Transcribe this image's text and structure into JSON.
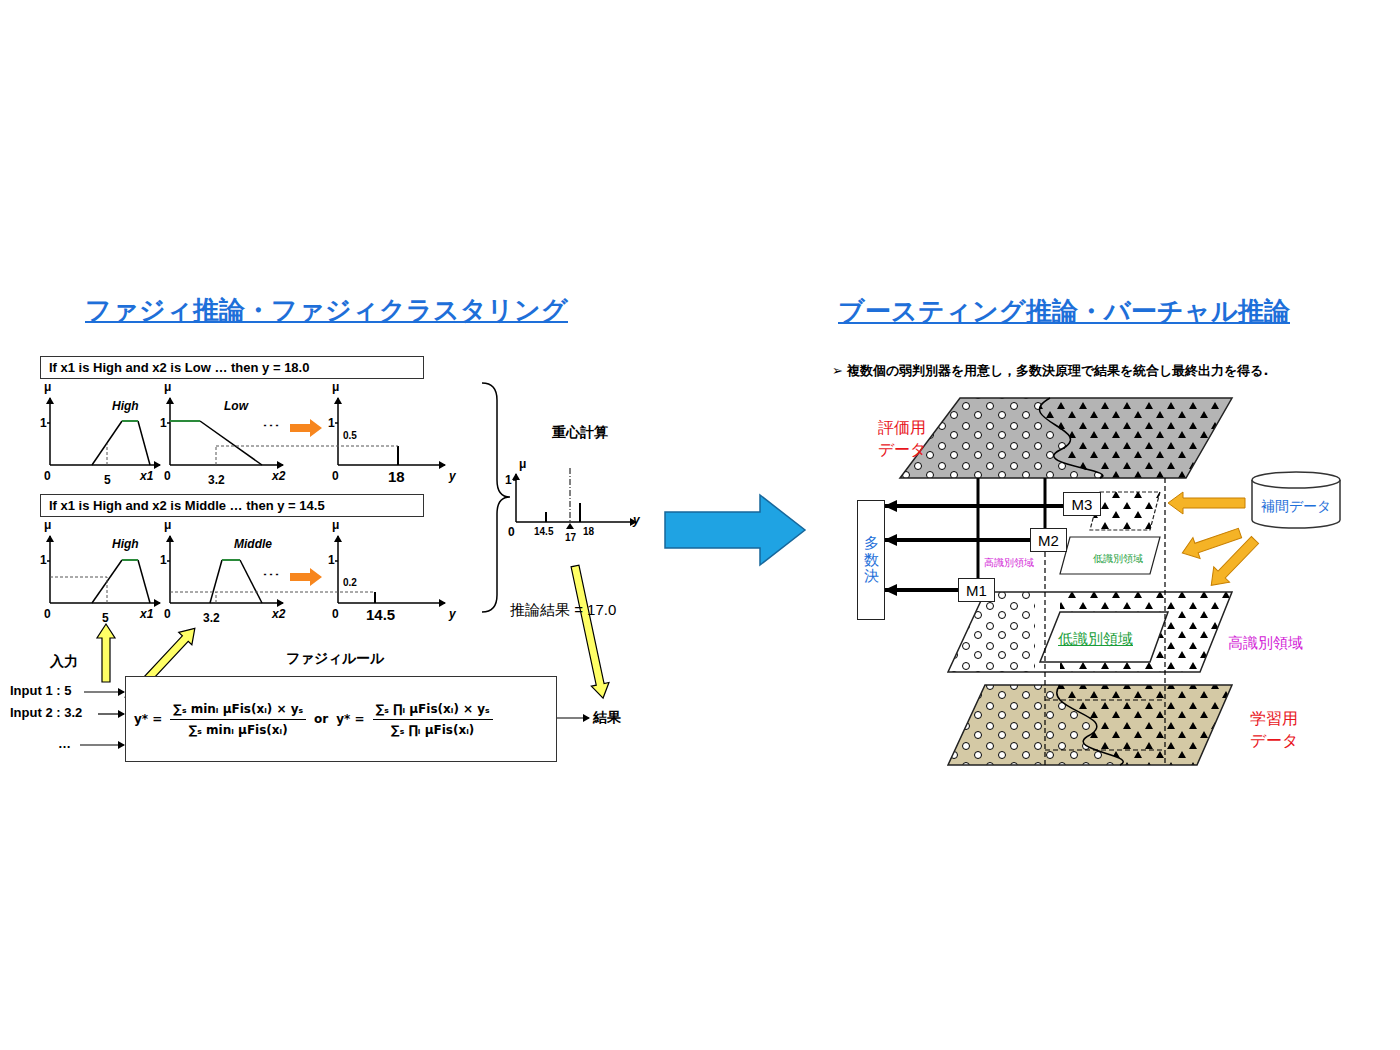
{
  "diagram": {
    "nodes": [
      {
        "text": [
          "If x1 is High and x2 is Low … then y = 18.0"
        ]
      },
      {
        "text": [
          "If x1 is High and x2 is Middle … then y = 14.5"
        ]
      },
      {
        "text": [
          "ファジィルール",
          "y* =",
          "∑ₛ minᵢ μFis(xᵢ) × yₛ",
          "∑ₛ minᵢ μFis(xᵢ)",
          "or",
          "y* =",
          "∑ₛ ∏ᵢ μFis(xᵢ) × yₛ",
          "∑ₛ ∏ᵢ μFis(xᵢ)"
        ]
      },
      {
        "text": [
          "多数決"
        ]
      },
      {
        "text": [
          "M3"
        ]
      },
      {
        "text": [
          "M2"
        ]
      },
      {
        "text": [
          "M1"
        ]
      },
      {
        "text": [
          "補間データ"
        ]
      }
    ],
    "edges": [
      {
        "from": 4,
        "to": 3,
        "arrow": "to"
      },
      {
        "from": 5,
        "to": 3,
        "arrow": "to"
      },
      {
        "from": 6,
        "to": 3,
        "arrow": "to"
      }
    ],
    "labels": [
      "ファジィ推論・ファジィクラスタリング",
      "ブースティング推論・バーチャル推論",
      "μ",
      "1",
      "High",
      "0",
      "5",
      "x1",
      "μ",
      "1",
      "Low",
      "0",
      "3.2",
      "x2",
      "･･･",
      "μ",
      "1",
      "0.5",
      "0",
      "18",
      "y",
      "μ",
      "1",
      "High",
      "0",
      "5",
      "x1",
      "μ",
      "1",
      "Middle",
      "0",
      "3.2",
      "x2",
      "･･･",
      "μ",
      "1",
      "0.2",
      "0",
      "14.5",
      "y",
      "重心計算",
      "μ",
      "1",
      "0",
      "14.5",
      "17",
      "18",
      "y",
      "推論結果 = 17.0",
      "入力",
      "Input 1 : 5",
      "Input 2 : 3.2",
      "…",
      "結果",
      "➢  複数個の弱判別器を用意し，多数決原理で結果を統合し最終出力を得る.",
      "評価用 データ",
      "高識別領域",
      "低識別領域",
      "低識別領域",
      "高識別領域",
      "学習用 データ"
    ]
  }
}
